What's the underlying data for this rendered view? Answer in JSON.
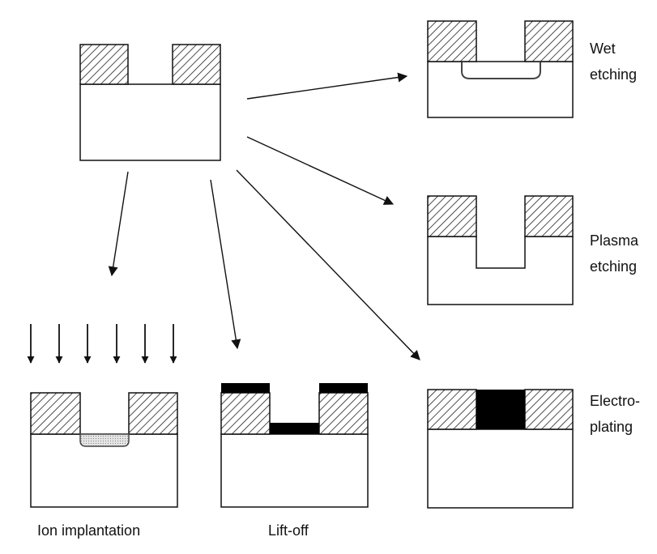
{
  "labels": {
    "wet": [
      "Wet",
      "etching"
    ],
    "plasma": [
      "Plasma",
      "etching"
    ],
    "electro": [
      "Electro-",
      "plating"
    ],
    "ion": "Ion implantation",
    "liftoff": "Lift-off"
  },
  "colors": {
    "line": "#111111",
    "hatch": "#222222",
    "fill_metal": "#000000",
    "implant_dots": "#cfcfcf",
    "background": "#ffffff"
  }
}
